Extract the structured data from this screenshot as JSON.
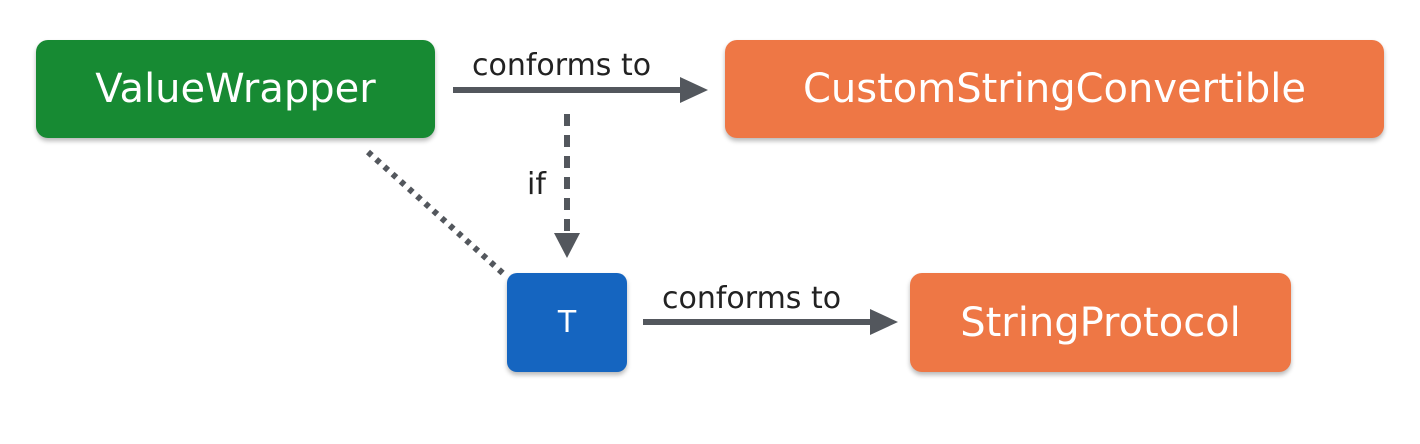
{
  "colors": {
    "green": "#178a33",
    "orange": "#ee7745",
    "blue": "#1565c0",
    "arrow": "#53575d"
  },
  "nodes": {
    "value_wrapper": "ValueWrapper",
    "custom_string_convertible": "CustomStringConvertible",
    "t": "T",
    "string_protocol": "StringProtocol"
  },
  "edges": {
    "top_label": "conforms to",
    "bottom_label": "conforms to",
    "condition_label": "if"
  }
}
